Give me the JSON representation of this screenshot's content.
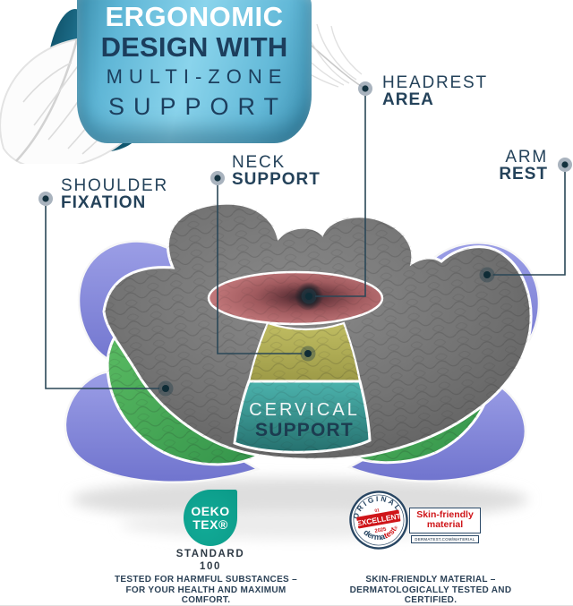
{
  "banner": {
    "line1": "ERGONOMIC",
    "line2": "DESIGN WITH",
    "line3": "MULTI-ZONE",
    "line4": "SUPPORT",
    "ribbon_color": "#6fc2e0",
    "ribbon_dark": "#145871",
    "text_light": "#ffffff",
    "text_dark": "#1c3e5d"
  },
  "callouts": {
    "headrest": {
      "line1": "HEADREST",
      "line2": "AREA"
    },
    "arm_rest": {
      "line1": "ARM",
      "line2": "REST"
    },
    "neck": {
      "line1": "NECK",
      "line2": "SUPPORT"
    },
    "shoulder": {
      "line1": "SHOULDER",
      "line2": "FIXATION"
    }
  },
  "pillow": {
    "front_label": {
      "line1": "CERVICAL",
      "line2": "SUPPORT"
    },
    "zone_colors": {
      "fabric_gray": "#757575",
      "headrest_red": "#b96a6d",
      "neck_yellow": "#b2af54",
      "cervical_teal": "#2f958f",
      "shoulder_green": "#45a84f",
      "armrest_purple": "#8184d8"
    }
  },
  "certifications": {
    "oeko": {
      "logo_line1": "OEKO",
      "logo_line2": "TEX®",
      "standard_line1": "STANDARD",
      "standard_line2": "100",
      "badge_color": "#0b9a88",
      "caption": [
        "TESTED FOR HARMFUL SUBSTANCES –",
        "FOR YOUR HEALTH AND MAXIMUM",
        "COMFORT."
      ]
    },
    "dermatest": {
      "seal_top": "ORIGINAL",
      "seal_number": "01",
      "seal_rating": "EXCELLENT",
      "seal_year": "2025",
      "seal_brand_1": "derma",
      "seal_brand_2": "test",
      "seal_reg": "®",
      "label_line1": "Skin-friendly",
      "label_line2": "material",
      "label_small": "DERMATEST.COM/MATERIAL",
      "caption": [
        "SKIN-FRIENDLY MATERIAL –",
        "DERMATOLOGICALLY TESTED AND",
        "CERTIFIED."
      ],
      "red": "#cf1519",
      "navy": "#274562"
    }
  }
}
